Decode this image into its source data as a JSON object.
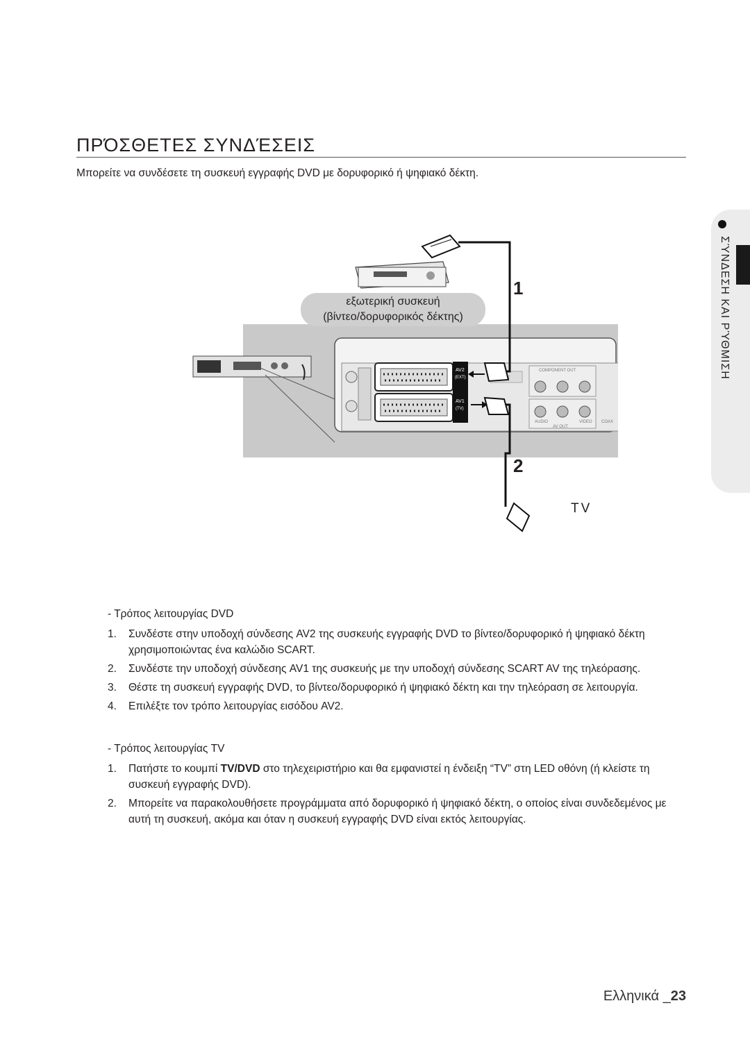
{
  "header": {
    "title": "ΠΡΌΣΘΕΤΕΣ ΣΥΝΔΈΣΕΙΣ",
    "intro": "Μπορείτε να συνδέσετε τη συσκευή εγγραφής DVD με δορυφορικό ή ψηφιακό δέκτη."
  },
  "side_tab": {
    "label": "ΣΎΝΔΕΣΗ ΚΑΙ ΡΎΘΜΙΣΗ"
  },
  "diagram": {
    "external_device_line1": "εξωτερική συσκευή",
    "external_device_line2": "(βίντεο/δορυφορικός δέκτης)",
    "step1": "1",
    "step2": "2",
    "tv": "TV",
    "panel": {
      "av2": "AV2",
      "av2_sub": "(EXT)",
      "av1": "AV1",
      "av1_sub": "(TV)",
      "component_out": "COMPONENT OUT",
      "audio": "AUDIO",
      "video": "VIDEO",
      "av_out": "AV OUT",
      "coax": "COAX",
      "out": "OUT"
    }
  },
  "dvd_mode": {
    "heading": "- Τρόπος λειτουργίας DVD",
    "steps": [
      {
        "n": "1.",
        "text": "Συνδέστε στην υποδοχή σύνδεσης AV2 της συσκευής εγγραφής DVD το βίντεο/δορυφορικό ή ψηφιακό δέκτη χρησιμοποιώντας ένα καλώδιο SCART."
      },
      {
        "n": "2.",
        "text": "Συνδέστε την υποδοχή σύνδεσης AV1 της συσκευής με την υποδοχή σύνδεσης SCART AV της τηλεόρασης."
      },
      {
        "n": "3.",
        "text": "Θέστε τη συσκευή εγγραφής DVD, το βίντεο/δορυφορικό ή ψηφιακό δέκτη και την τηλεόραση σε λειτουργία."
      },
      {
        "n": "4.",
        "text": "Επιλέξτε τον τρόπο λειτουργίας εισόδου AV2."
      }
    ]
  },
  "tv_mode": {
    "heading": "- Τρόπος λειτουργίας TV",
    "step1_n": "1.",
    "step1_pre": "Πατήστε το κουμπί ",
    "step1_bold": "TV/DVD",
    "step1_post": " στο τηλεχειριστήριο και θα εμφανιστεί η ένδειξη “TV” στη LED οθόνη (ή κλείστε τη συσκευή εγγραφής DVD).",
    "step2_n": "2.",
    "step2_text": "Μπορείτε να παρακολουθήσετε προγράμματα από δορυφορικό ή ψηφιακό δέκτη, ο οποίος είναι συνδεδεμένος με αυτή τη συσκευή, ακόμα και όταν η συσκευή εγγραφής DVD είναι εκτός λειτουργίας."
  },
  "footer": {
    "language": "Ελληνικά _",
    "page": "23"
  }
}
